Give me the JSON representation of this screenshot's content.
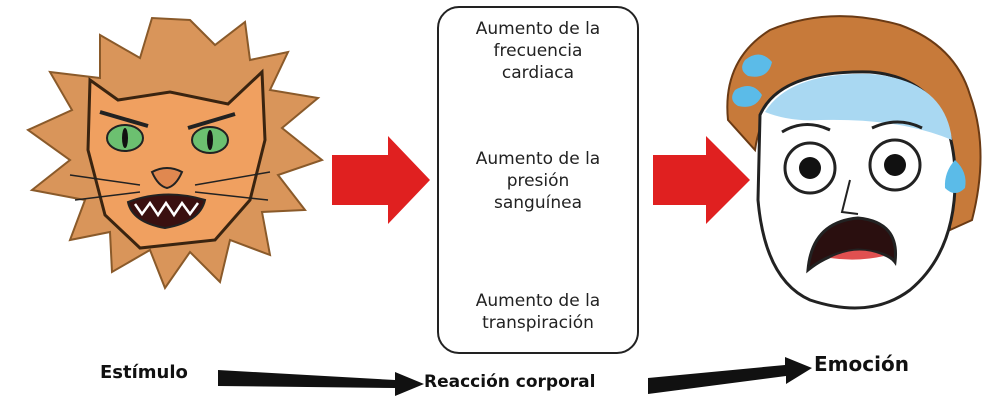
{
  "responses": [
    "Aumento de la\nfrecuencia\ncardiaca",
    "Aumento de la\npresión\nsanguínea",
    "Aumento de la\ntranspiración"
  ],
  "labels": {
    "stimulus": "Estímulo",
    "reaction": "Reacción corporal",
    "emotion": "Emoción"
  },
  "colors": {
    "red_arrow": "#e02020",
    "mane": "#d9955a",
    "face": "#f0a060",
    "eye": "#6cc070",
    "hair": "#c77a3a",
    "sweat": "#5bbbe8"
  },
  "icons": {
    "stimulus": "angry-lion-icon",
    "emotion": "scared-face-icon"
  }
}
